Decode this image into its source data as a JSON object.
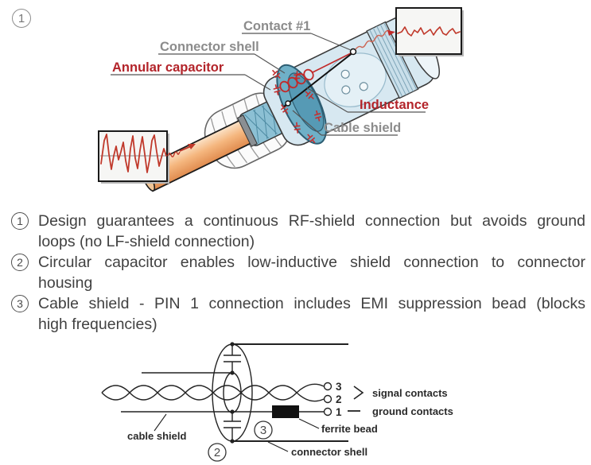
{
  "figure": {
    "badge": "1",
    "labels": {
      "contact1": "Contact #1",
      "connector_shell": "Connector shell",
      "annular_capacitor": "Annular capacitor",
      "inductance": "Inductance",
      "cable_shield": "Cable shield"
    }
  },
  "notes": [
    {
      "num": "1",
      "lines": [
        "Design guarantees a continuous RF-shield connection but avoids ground",
        "loops (no LF-shield connection)"
      ]
    },
    {
      "num": "2",
      "lines": [
        "Circular capacitor enables low-inductive shield connection to connector",
        "housing"
      ]
    },
    {
      "num": "3",
      "lines": [
        "Cable shield - PIN 1 connection includes EMI suppression bead (blocks",
        "high frequencies)"
      ]
    }
  ],
  "schematic": {
    "badge2": "2",
    "badge3": "3",
    "pins": [
      "3",
      "2",
      "1"
    ],
    "labels": {
      "signal_contacts": "signal contacts",
      "ground_contacts": "ground contacts",
      "ferrite_bead": "ferrite bead",
      "cable_shield": "cable shield",
      "connector_shell": "connector shell"
    }
  },
  "colors": {
    "label_gray": "#8c8c8c",
    "label_red": "#b3242a",
    "waveform_red": "#c0392b",
    "cable_orange": "#f2b27d",
    "shell_blue": "#d7e8f1",
    "ring_teal": "#6fb0c7",
    "ink": "#222222"
  }
}
